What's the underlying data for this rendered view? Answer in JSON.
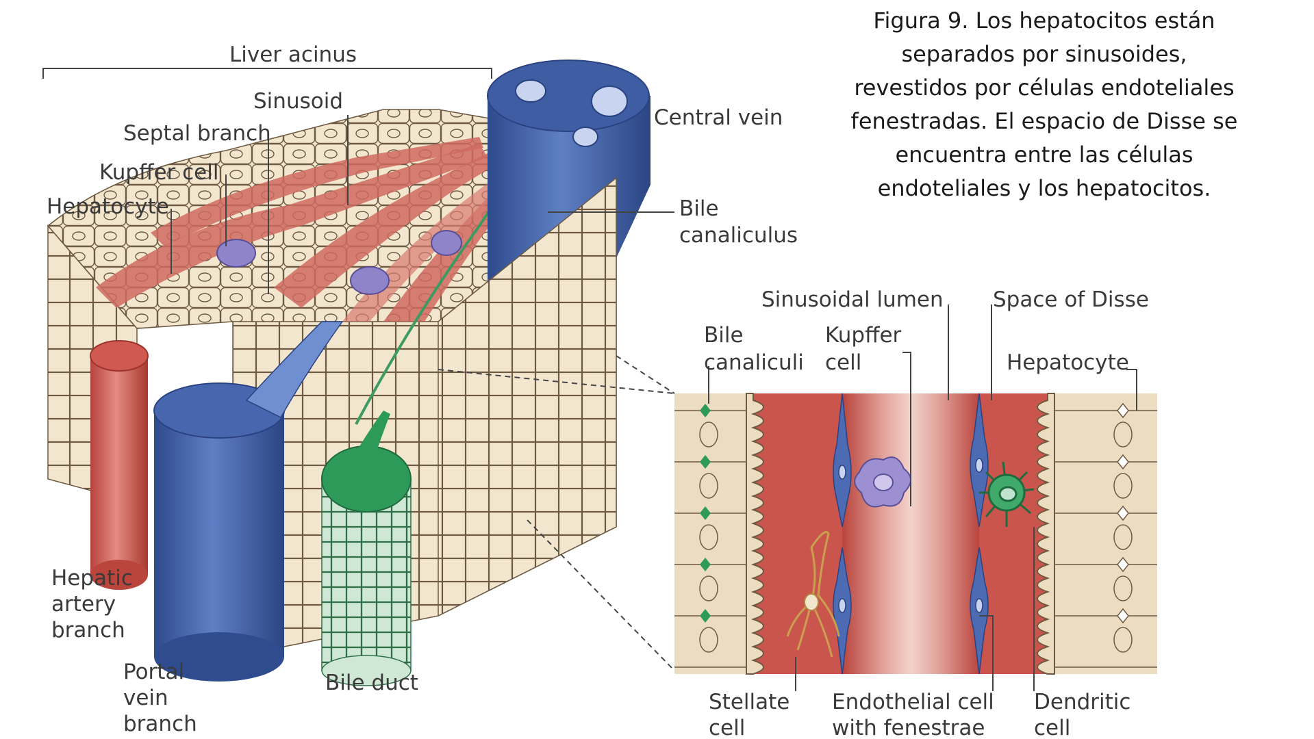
{
  "caption": {
    "lines": [
      "Figura 9. Los hepatocitos están",
      "separados por sinusoides,",
      "revestidos por células endoteliales",
      "fenestradas. El espacio de Disse se",
      "encuentra entre las células",
      "endoteliales y los hepatocitos."
    ]
  },
  "labels": {
    "liver_acinus": "Liver acinus",
    "sinusoid": "Sinusoid",
    "septal_branch": "Septal branch",
    "kupffer_cell": "Kupffer cell",
    "hepatocyte": "Hepatocyte",
    "central_vein": "Central vein",
    "bile_canaliculus_1": "Bile",
    "bile_canaliculus_2": "canaliculus",
    "hepatic_artery_1": "Hepatic",
    "hepatic_artery_2": "artery",
    "hepatic_artery_3": "branch",
    "portal_vein_1": "Portal",
    "portal_vein_2": "vein",
    "portal_vein_3": "branch",
    "bile_duct": "Bile duct",
    "sinusoidal_lumen": "Sinusoidal lumen",
    "space_of_disse": "Space of Disse",
    "bile_canaliculi_1": "Bile",
    "bile_canaliculi_2": "canaliculi",
    "kupffer_inset_1": "Kupffer",
    "kupffer_inset_2": "cell",
    "hepatocyte_inset": "Hepatocyte",
    "stellate_1": "Stellate",
    "stellate_2": "cell",
    "endothelial_1": "Endothelial cell",
    "endothelial_2": "with fenestrae",
    "dendritic_1": "Dendritic",
    "dendritic_2": "cell"
  },
  "colors": {
    "hepatocyte_fill": "#f3e6cf",
    "sinusoid_red": "#c9554d",
    "vein_blue": "#3f5fa8",
    "artery_red": "#c9504a",
    "bile_green": "#2e9a5a",
    "kupffer_purple": "#8f83c9"
  }
}
